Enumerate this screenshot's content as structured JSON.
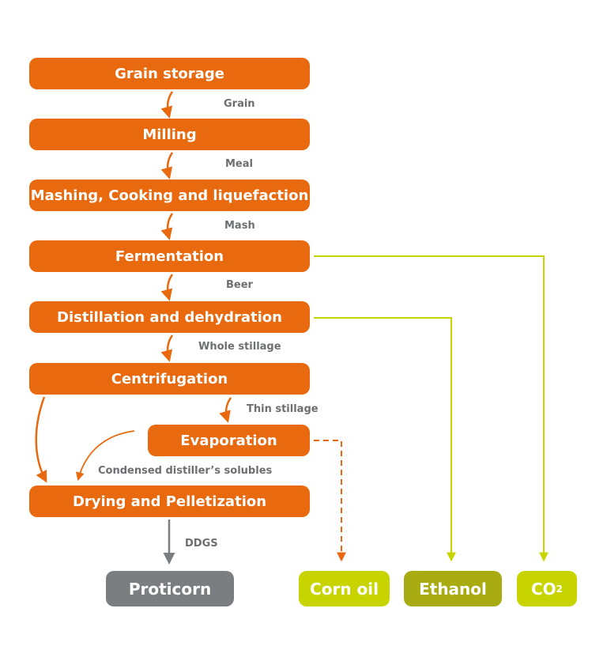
{
  "colors": {
    "process": "#e8690e",
    "product_green": "#c8d400",
    "ethanol_olive": "#a8ab12",
    "proticorn_gray": "#7b7e80",
    "label_gray": "#6d6e71"
  },
  "steps": {
    "grain_storage": "Grain storage",
    "milling": "Milling",
    "mashing": "Mashing, Cooking and liquefaction",
    "fermentation": "Fermentation",
    "distillation": "Distillation and dehydration",
    "centrifugation": "Centrifugation",
    "evaporation": "Evaporation",
    "drying": "Drying and Pelletization"
  },
  "flows": {
    "grain": "Grain",
    "meal": "Meal",
    "mash": "Mash",
    "beer": "Beer",
    "whole_stillage": "Whole stillage",
    "thin_stillage": "Thin stillage",
    "condensed_solubles": "Condensed distiller’s solubles",
    "ddgs": "DDGS"
  },
  "outputs": {
    "proticorn": "Proticorn",
    "corn_oil": "Corn oil",
    "ethanol": "Ethanol",
    "co2_main": "CO",
    "co2_sub": "2"
  }
}
